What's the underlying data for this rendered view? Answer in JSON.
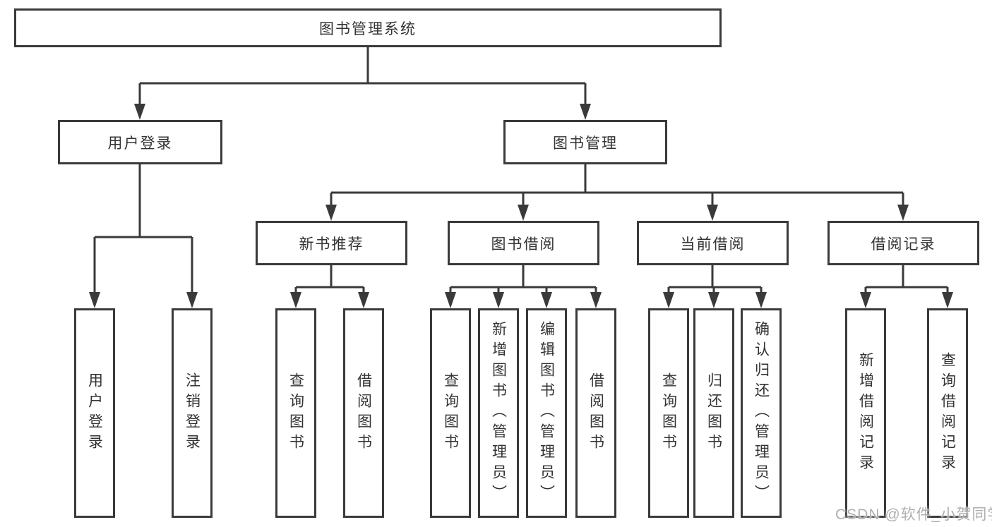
{
  "diagram_type": "hierarchy-tree",
  "colors": {
    "line": "#3a3a3a",
    "box_border": "#3a3a3a",
    "box_fill": "#ffffff",
    "text": "#333333",
    "watermark": "#ababab",
    "background": "#ffffff"
  },
  "tree": {
    "label": "图书管理系统",
    "children": [
      {
        "label": "用户登录",
        "children": [
          {
            "label": "用户登录"
          },
          {
            "label": "注销登录"
          }
        ]
      },
      {
        "label": "图书管理",
        "children": [
          {
            "label": "新书推荐",
            "children": [
              {
                "label": "查询图书"
              },
              {
                "label": "借阅图书"
              }
            ]
          },
          {
            "label": "图书借阅",
            "children": [
              {
                "label": "查询图书"
              },
              {
                "label": "新增图书（管理员）"
              },
              {
                "label": "编辑图书（管理员）"
              },
              {
                "label": "借阅图书"
              }
            ]
          },
          {
            "label": "当前借阅",
            "children": [
              {
                "label": "查询图书"
              },
              {
                "label": "归还图书"
              },
              {
                "label": "确认归还（管理员）"
              }
            ]
          },
          {
            "label": "借阅记录",
            "children": [
              {
                "label": "新增借阅记录"
              },
              {
                "label": "查询借阅记录"
              }
            ]
          }
        ]
      }
    ]
  },
  "watermark": {
    "text": "CSDN @软件_小贺同学"
  }
}
